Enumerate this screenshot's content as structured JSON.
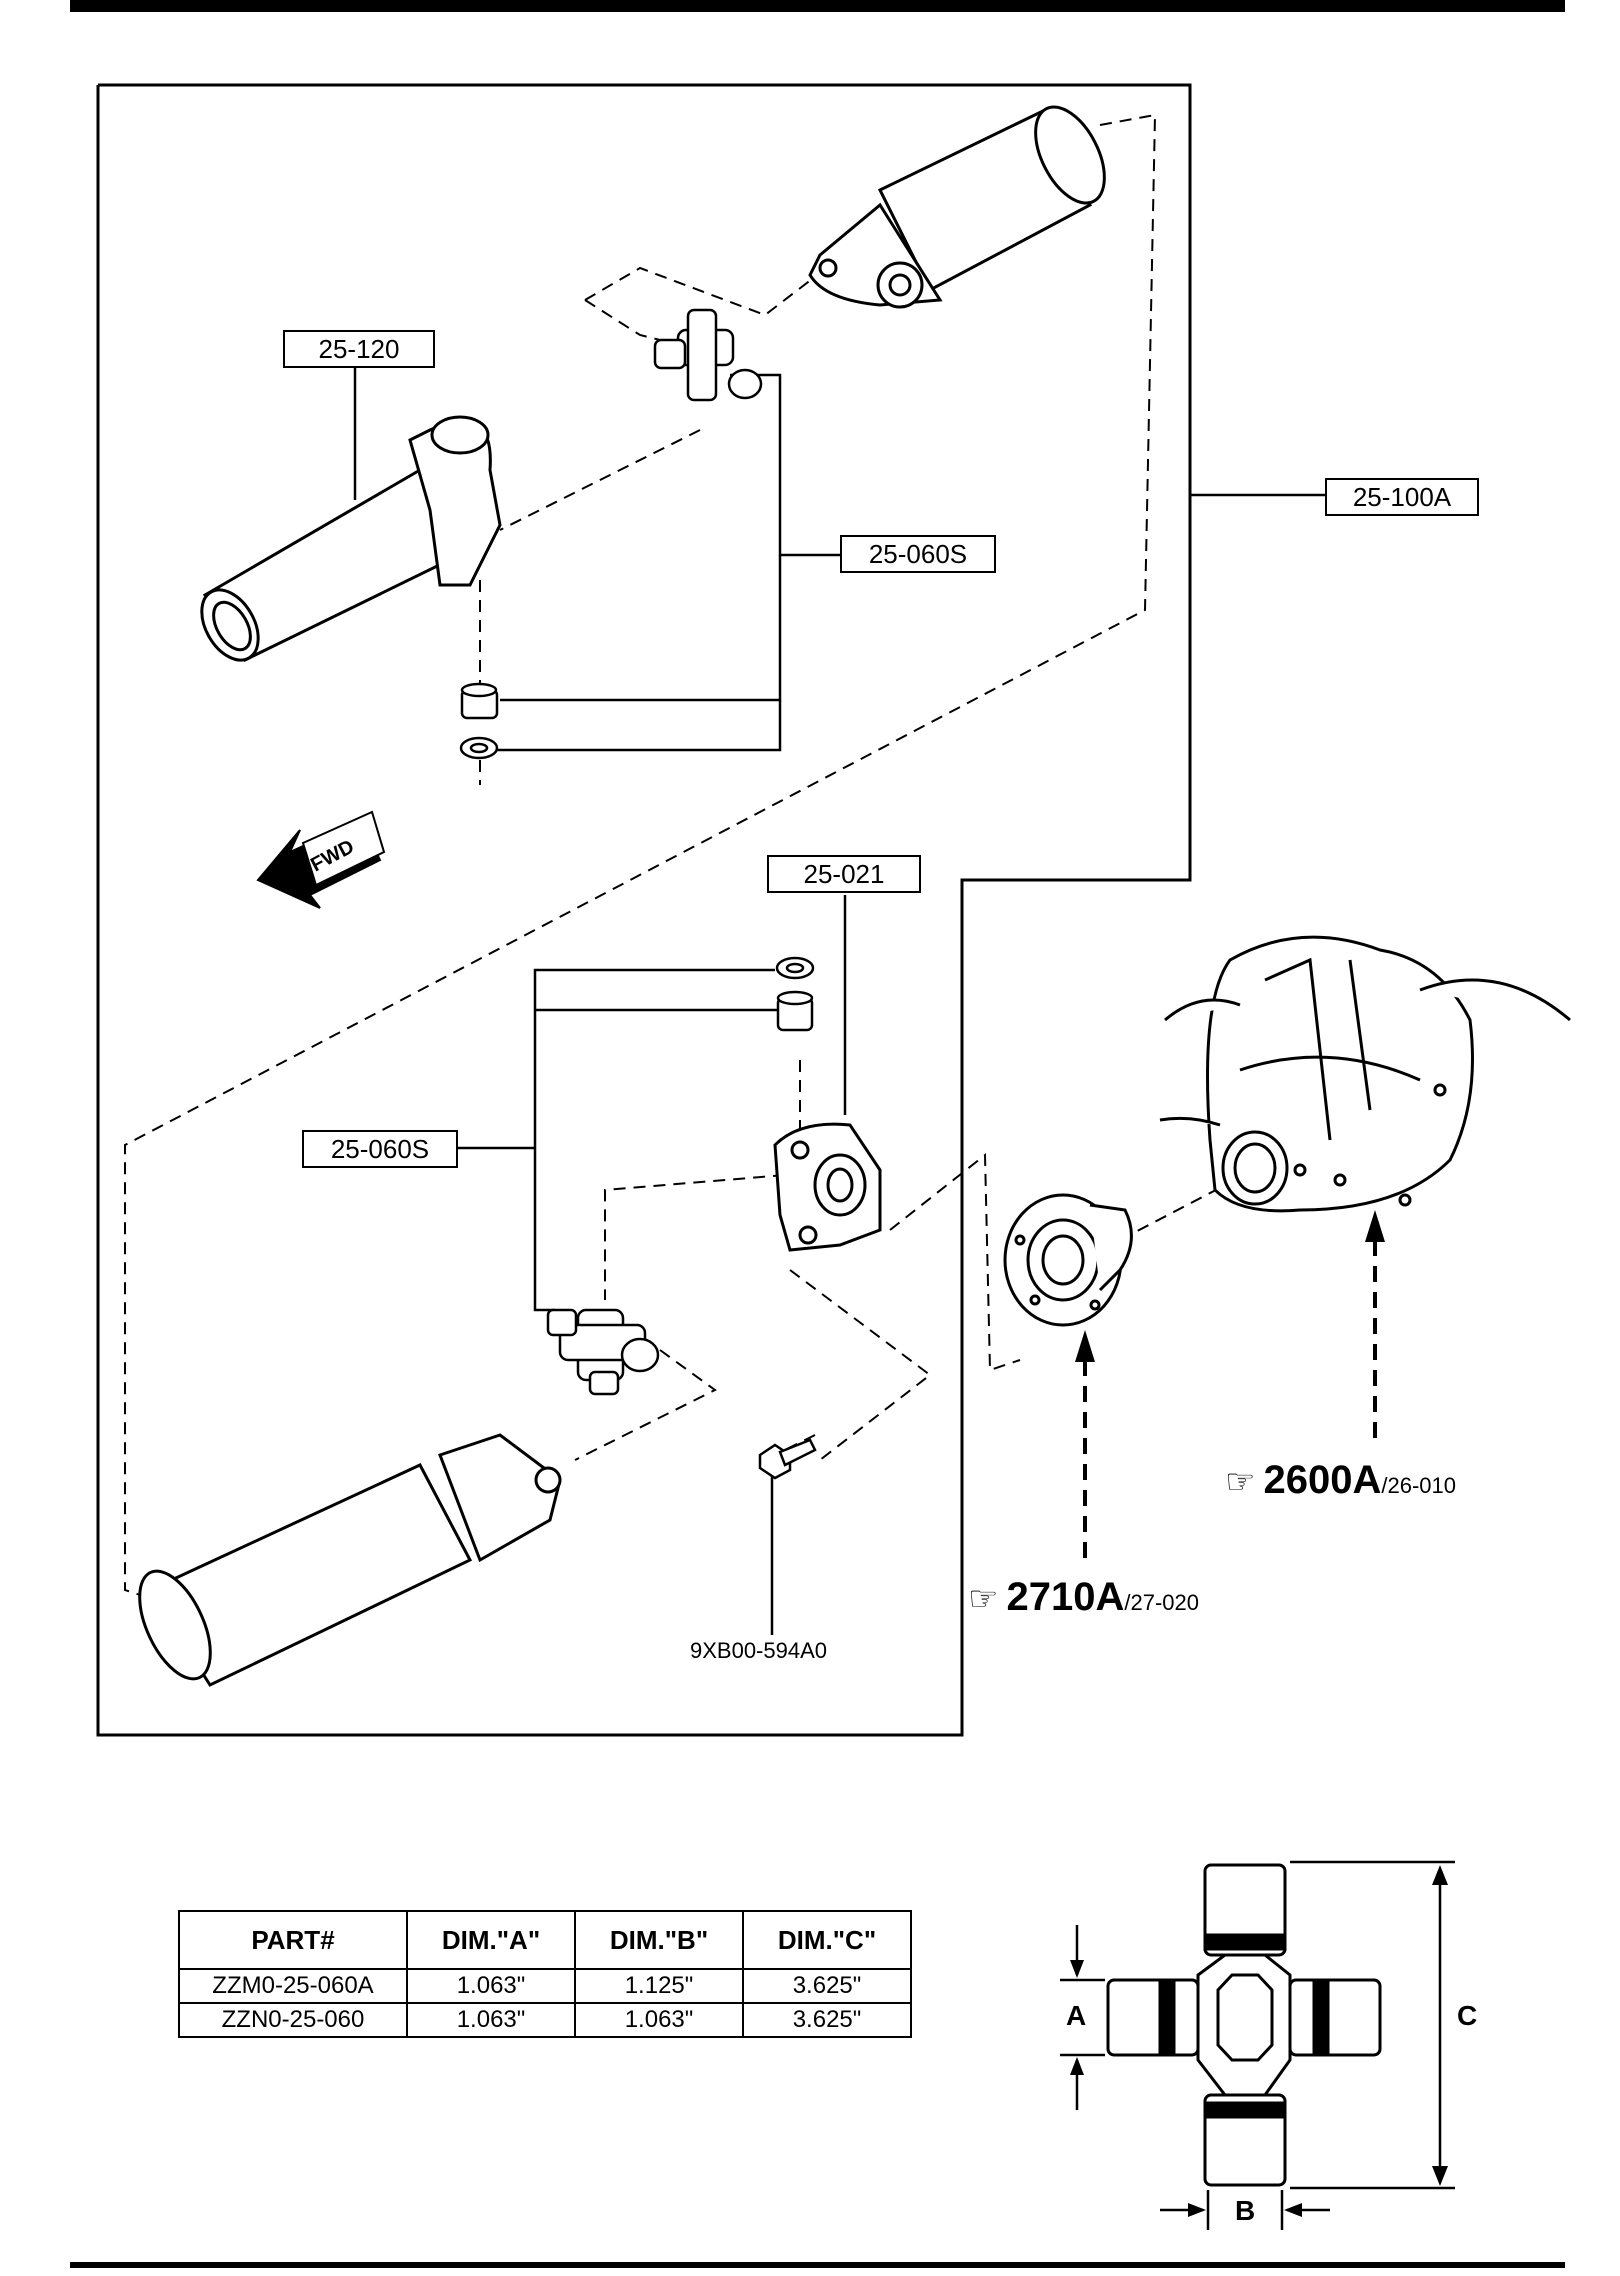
{
  "callouts": {
    "c_25_120": "25-120",
    "c_25_100A": "25-100A",
    "c_25_060S_top": "25-060S",
    "c_25_021": "25-021",
    "c_25_060S_bottom": "25-060S"
  },
  "part_number_label": "9XB00-594A0",
  "direction_label": "FWD",
  "references": [
    {
      "code": "2600A",
      "sub": "/26-010"
    },
    {
      "code": "2710A",
      "sub": "/27-020"
    }
  ],
  "dimension_table": {
    "headers": [
      "PART#",
      "DIM.\"A\"",
      "DIM.\"B\"",
      "DIM.\"C\""
    ],
    "rows": [
      [
        "ZZM0-25-060A",
        "1.063\"",
        "1.125\"",
        "3.625\""
      ],
      [
        "ZZN0-25-060",
        "1.063\"",
        "1.063\"",
        "3.625\""
      ]
    ]
  },
  "dimension_labels": {
    "a": "A",
    "b": "B",
    "c": "C"
  },
  "icons": [
    "pointing-hand-icon",
    "fwd-arrow-icon",
    "universal-joint-icon"
  ]
}
